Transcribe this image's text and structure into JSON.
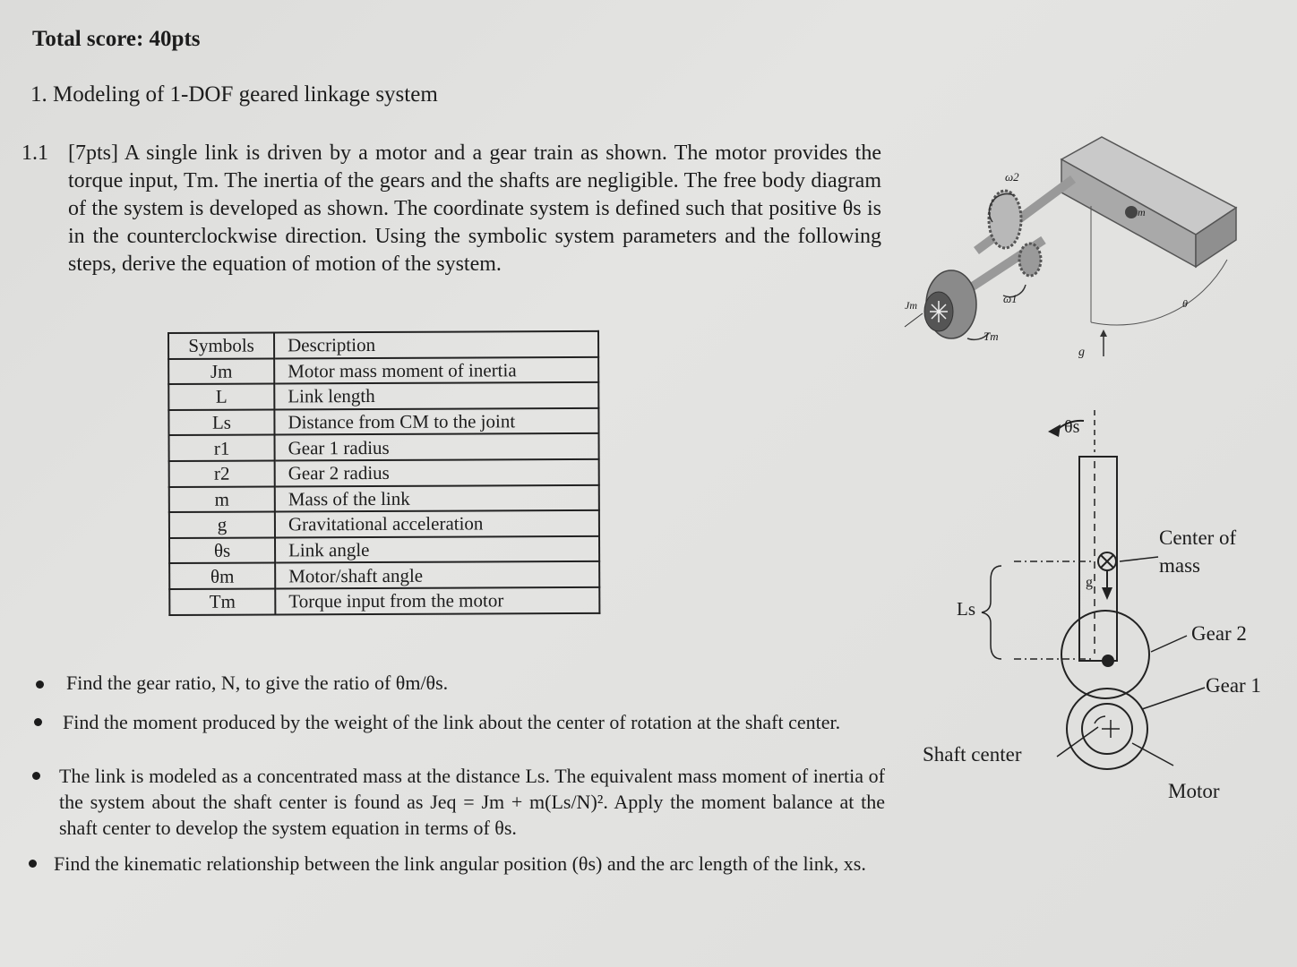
{
  "total_score": "Total score: 40pts",
  "section_heading": "1. Modeling of 1-DOF geared linkage system",
  "problem": {
    "number": "1.1",
    "text": "[7pts] A single link is driven by a motor and a gear train as shown. The motor provides the torque input, Tm. The inertia of the gears and the shafts are negligible. The free body diagram of the system is developed as shown. The coordinate system is defined such that positive θs is in the counterclockwise direction. Using the symbolic system parameters and the following steps, derive the equation of motion of the system."
  },
  "table": {
    "header": [
      "Symbols",
      "Description"
    ],
    "rows": [
      {
        "symbol": "Jm",
        "description": "Motor mass moment of inertia"
      },
      {
        "symbol": "L",
        "description": "Link length"
      },
      {
        "symbol": "Ls",
        "description": "Distance from CM to the joint"
      },
      {
        "symbol": "r1",
        "description": "Gear 1 radius"
      },
      {
        "symbol": "r2",
        "description": "Gear 2 radius"
      },
      {
        "symbol": "m",
        "description": "Mass of the link"
      },
      {
        "symbol": "g",
        "description": "Gravitational acceleration"
      },
      {
        "symbol": "θs",
        "description": "Link angle"
      },
      {
        "symbol": "θm",
        "description": "Motor/shaft angle"
      },
      {
        "symbol": "Tm",
        "description": "Torque input from the motor"
      }
    ]
  },
  "bullets": [
    "Find the gear ratio, N, to give the ratio of θm/θs.",
    "Find the moment produced by the weight of the link about the center of rotation at the shaft center.",
    "The link is modeled as a concentrated mass at the distance Ls. The equivalent mass moment of inertia of the system about the shaft center is found as Jeq = Jm + m(Ls/N)². Apply the moment balance at the shaft center to develop the system equation in terms of θs.",
    "Find the kinematic relationship between the link angular position (θs) and the arc length of the link, xs."
  ],
  "figure_top": {
    "labels": {
      "omega2": "ω2",
      "omega1": "ω1",
      "Jm": "Jm",
      "Tm": "Tm",
      "m": "m",
      "theta": "θ",
      "g": "g"
    }
  },
  "figure_fbd": {
    "labels": {
      "theta_s": "θs",
      "center_of_mass": "Center of mass",
      "gear2": "Gear 2",
      "gear1": "Gear 1",
      "Ls": "Ls",
      "g": "g",
      "shaft_center": "Shaft center",
      "motor": "Motor"
    }
  }
}
